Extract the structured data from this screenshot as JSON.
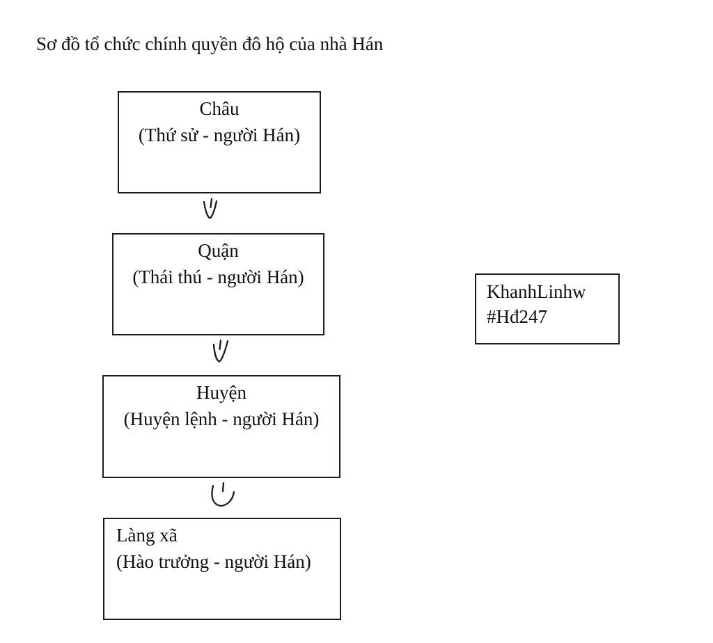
{
  "title": "Sơ đồ tổ chức chính quyền đô hộ của nhà Hán",
  "diagram": {
    "type": "vertical-flowchart",
    "connector_style": "hand-drawn-down-arrow",
    "levels": [
      {
        "name": "Châu",
        "detail": "(Thứ sử - người Hán)"
      },
      {
        "name": "Quận",
        "detail": "(Thái thú - người Hán)"
      },
      {
        "name": "Huyện",
        "detail": "(Huyện lệnh - người Hán)"
      },
      {
        "name": "Làng xã",
        "detail": "(Hào trưởng - người Hán)"
      }
    ]
  },
  "watermark": {
    "line1": "KhanhLinhw",
    "line2": "#Hđ247"
  },
  "colors": {
    "background": "#ffffff",
    "border": "#1c1c1c",
    "text": "#111111"
  }
}
